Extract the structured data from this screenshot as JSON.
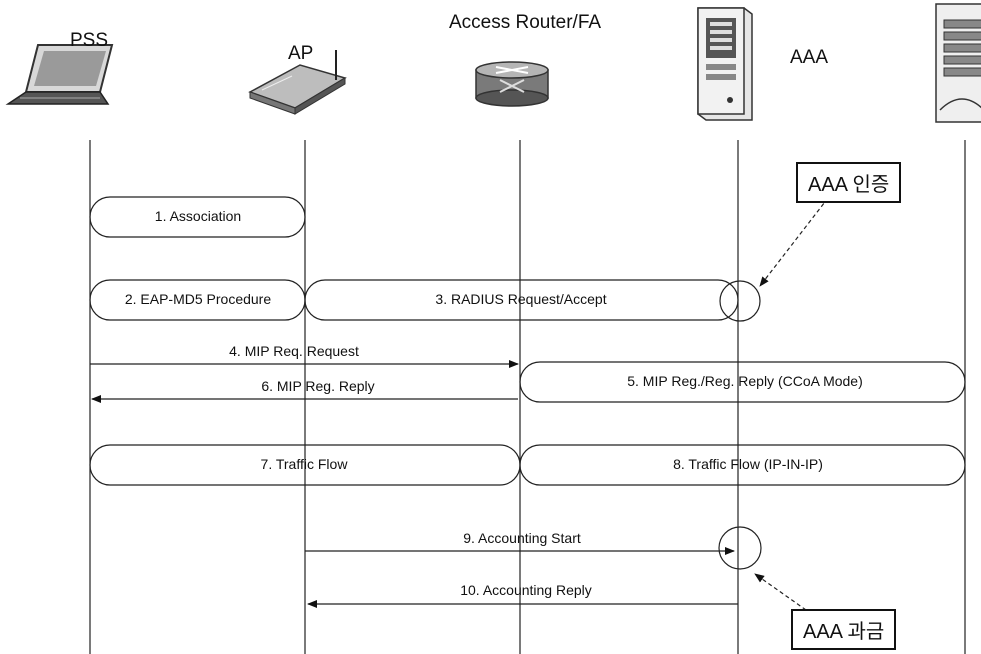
{
  "nodes": {
    "pss": "PSS",
    "ap": "AP",
    "router": "Access Router/FA",
    "aaa": "AAA"
  },
  "flows": {
    "association": "1. Association",
    "eap": "2. EAP-MD5 Procedure",
    "radius": "3. RADIUS Request/Accept",
    "mip_request": "4. MIP Req. Request",
    "mip_reg_reply_ccoa": "5. MIP Reg./Reg. Reply (CCoA Mode)",
    "mip_reg_reply": "6. MIP Reg. Reply",
    "traffic": "7. Traffic Flow",
    "traffic_ipinip": "8. Traffic Flow (IP-IN-IP)",
    "accounting_start": "9. Accounting Start",
    "accounting_reply": "10. Accounting Reply"
  },
  "callouts": {
    "auth": "AAA 인증",
    "billing": "AAA 과금"
  },
  "icons": [
    "laptop-icon",
    "access-point-icon",
    "router-icon",
    "server-icon",
    "server-rack-icon"
  ]
}
